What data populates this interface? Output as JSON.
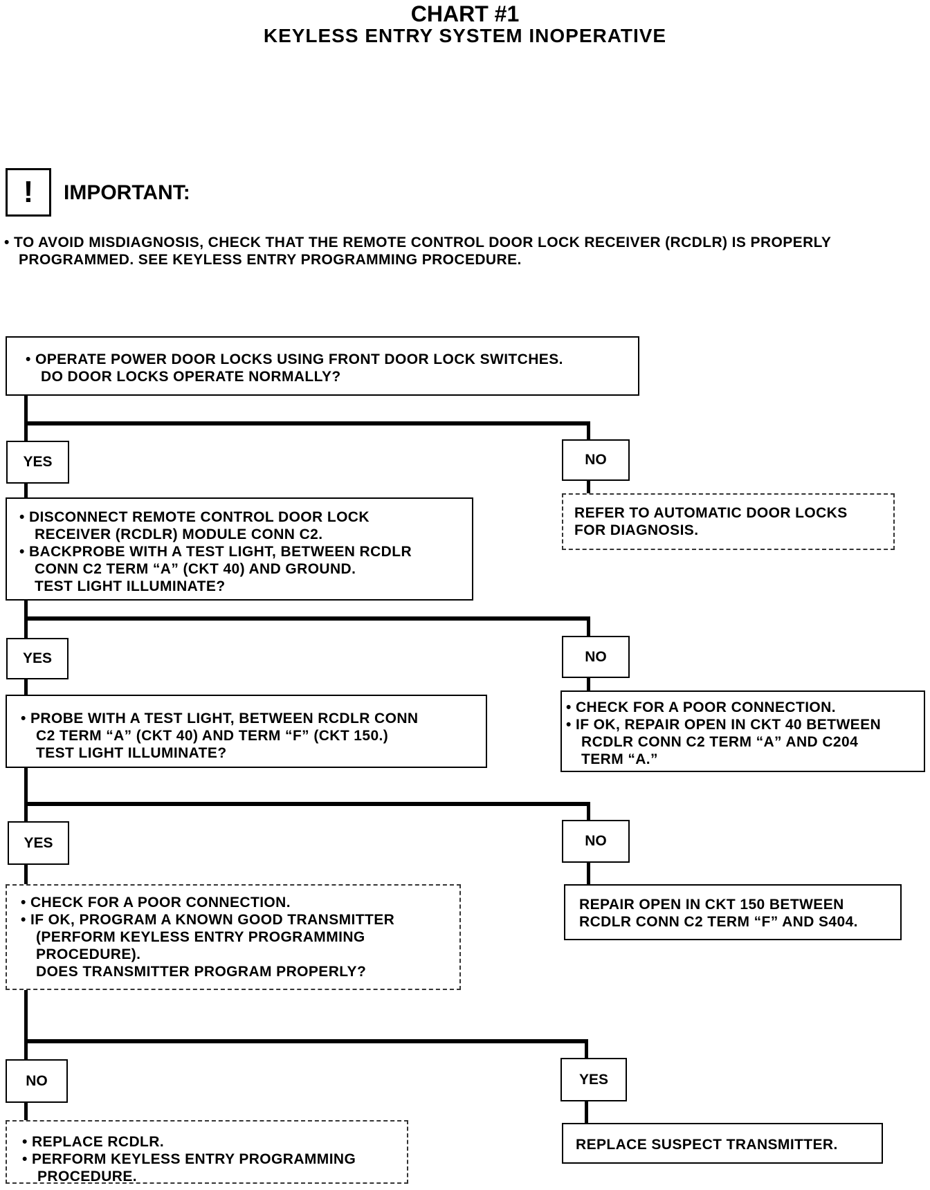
{
  "header": {
    "title": "CHART #1",
    "subtitle": "KEYLESS ENTRY SYSTEM INOPERATIVE"
  },
  "important": {
    "label": "IMPORTANT:",
    "icon": "exclamation-icon",
    "line1": "• TO AVOID MISDIAGNOSIS, CHECK THAT THE REMOTE CONTROL DOOR LOCK RECEIVER (RCDLR) IS PROPERLY",
    "line2": "PROGRAMMED. SEE KEYLESS ENTRY PROGRAMMING PROCEDURE."
  },
  "steps": {
    "s1": {
      "l1": "• OPERATE POWER DOOR LOCKS USING FRONT DOOR LOCK SWITCHES.",
      "l2": "DO DOOR LOCKS OPERATE NORMALLY?",
      "yes": "YES",
      "no": "NO",
      "no_result": {
        "l1": "REFER TO AUTOMATIC DOOR LOCKS",
        "l2": "FOR DIAGNOSIS."
      }
    },
    "s2": {
      "b1a": "• DISCONNECT REMOTE CONTROL DOOR LOCK",
      "b1b": "RECEIVER (RCDLR) MODULE CONN C2.",
      "b2a": "• BACKPROBE WITH A TEST LIGHT, BETWEEN RCDLR",
      "b2b": "CONN C2 TERM “A” (CKT 40) AND GROUND.",
      "b2c": "TEST LIGHT ILLUMINATE?",
      "yes": "YES",
      "no": "NO",
      "no_result": {
        "b1": "• CHECK FOR A POOR CONNECTION.",
        "b2a": "• IF OK, REPAIR OPEN IN CKT 40 BETWEEN",
        "b2b": "RCDLR CONN C2 TERM “A” AND C204",
        "b2c": "TERM “A.”"
      }
    },
    "s3": {
      "l1": "• PROBE WITH A TEST LIGHT, BETWEEN RCDLR CONN",
      "l2": "C2 TERM “A” (CKT 40) AND TERM “F” (CKT 150.)",
      "l3": "TEST LIGHT ILLUMINATE?",
      "yes": "YES",
      "no": "NO",
      "no_result": {
        "l1": "REPAIR OPEN IN CKT 150 BETWEEN",
        "l2": "RCDLR CONN C2 TERM “F” AND S404."
      }
    },
    "s4": {
      "b1": "• CHECK FOR A POOR CONNECTION.",
      "b2a": "• IF OK, PROGRAM A KNOWN GOOD TRANSMITTER",
      "b2b": "(PERFORM KEYLESS ENTRY PROGRAMMING",
      "b2c": "PROCEDURE).",
      "b2d": "DOES TRANSMITTER PROGRAM PROPERLY?",
      "no": "NO",
      "yes": "YES",
      "no_result": {
        "b1": "• REPLACE RCDLR.",
        "b2a": "• PERFORM KEYLESS ENTRY PROGRAMMING",
        "b2b": "PROCEDURE."
      },
      "yes_result": "REPLACE SUSPECT TRANSMITTER."
    }
  }
}
